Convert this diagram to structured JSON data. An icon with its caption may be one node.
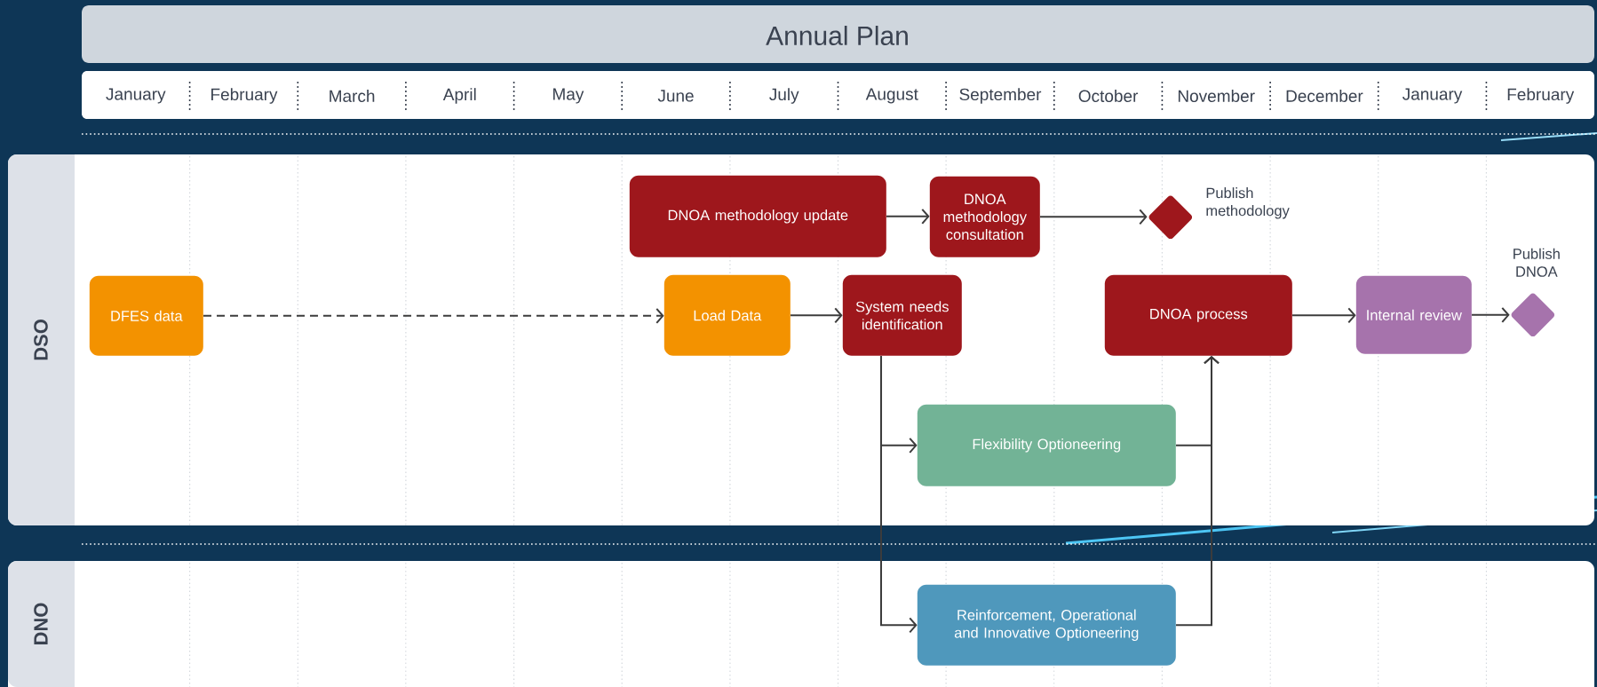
{
  "diagram": {
    "title": "Annual Plan",
    "nodes": [
      {
        "text": [
          "DSO"
        ]
      },
      {
        "text": [
          "DNO"
        ]
      },
      {
        "text": [
          "DNOA methodology update"
        ],
        "in": 0
      },
      {
        "text": [
          "DNOA methodology consultation"
        ],
        "in": 0
      },
      {
        "text": [],
        "shape": "diamond",
        "beside": [
          "Publish methodology"
        ],
        "in": 0
      },
      {
        "text": [
          "DFES data"
        ],
        "in": 0
      },
      {
        "text": [
          "Load Data"
        ],
        "in": 0
      },
      {
        "text": [
          "System needs identification"
        ],
        "in": 0
      },
      {
        "text": [
          "DNOA process"
        ],
        "in": 0
      },
      {
        "text": [
          "Internal review"
        ],
        "in": 0
      },
      {
        "text": [],
        "shape": "diamond",
        "beside": [
          "Publish DNOA"
        ],
        "in": 0
      },
      {
        "text": [
          "Flexibility Optioneering"
        ],
        "in": 0
      },
      {
        "text": [
          "Reinforcement, Operational and Innovative Optioneering"
        ],
        "in": 1
      }
    ],
    "edges": [
      {
        "from": 2,
        "to": 3,
        "arrow": "to"
      },
      {
        "from": 3,
        "to": 4,
        "arrow": "to"
      },
      {
        "from": 5,
        "to": 6,
        "arrow": "to",
        "style": "dashed"
      },
      {
        "from": 6,
        "to": 7,
        "arrow": "to"
      },
      {
        "from": 7,
        "to": 11,
        "arrow": "to"
      },
      {
        "from": 7,
        "to": 12,
        "arrow": "to"
      },
      {
        "from": 11,
        "to": 8,
        "arrow": "to"
      },
      {
        "from": 12,
        "to": 8,
        "arrow": "to"
      },
      {
        "from": 8,
        "to": 9,
        "arrow": "to"
      },
      {
        "from": 9,
        "to": 10,
        "arrow": "to"
      }
    ],
    "labels": [
      "January",
      "February",
      "March",
      "April",
      "May",
      "June",
      "July",
      "August",
      "September",
      "October",
      "November",
      "December",
      "January",
      "February"
    ]
  }
}
